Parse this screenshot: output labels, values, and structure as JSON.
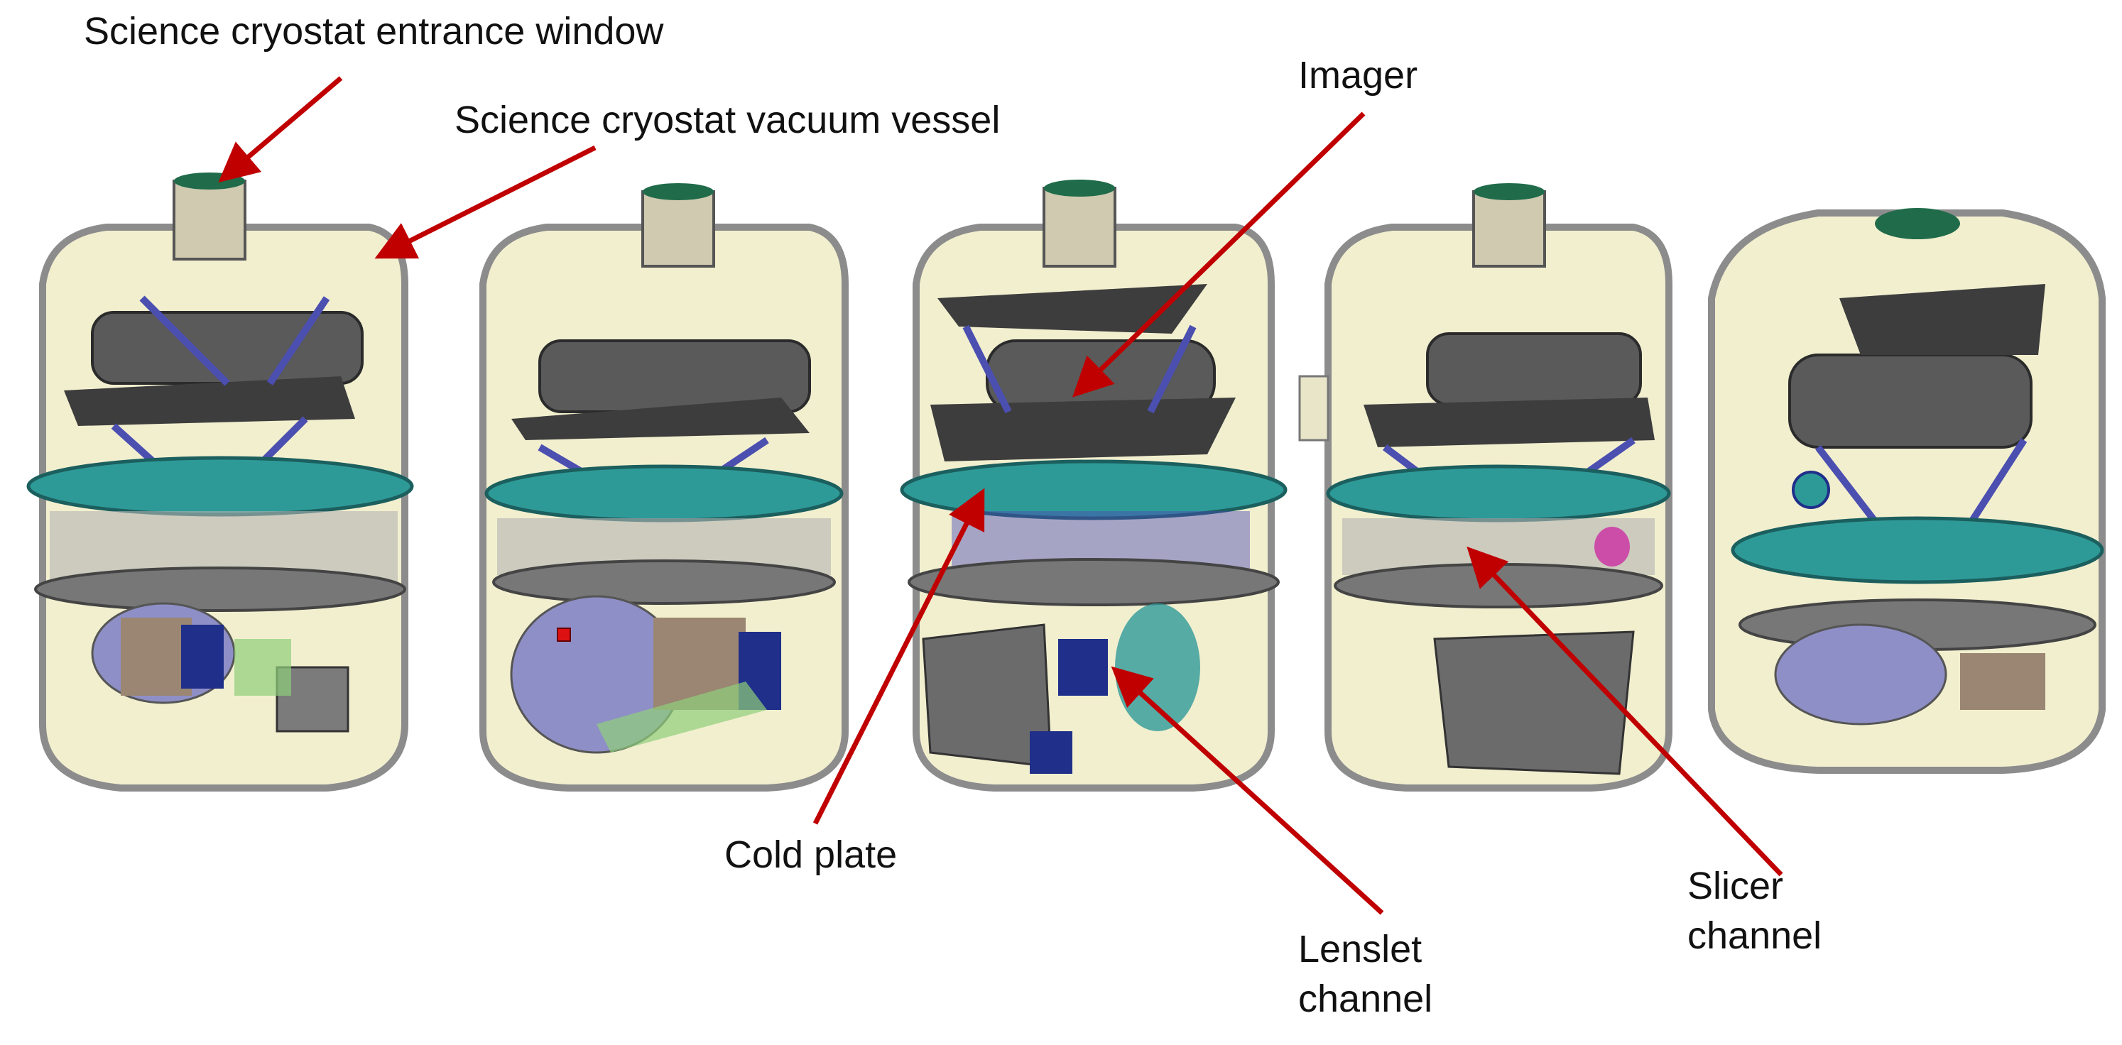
{
  "labels": {
    "entrance_window": "Science cryostat entrance window",
    "vacuum_vessel": "Science cryostat vacuum vessel",
    "imager": "Imager",
    "cold_plate": "Cold plate",
    "lenslet_line1": "Lenslet",
    "lenslet_line2": "channel",
    "slicer_line1": "Slicer",
    "slicer_line2": "channel"
  },
  "colors": {
    "arrow": "#c00000",
    "vessel_interior": "#f2efcf",
    "vessel_shell": "#c9c9c9",
    "cold_plate": "#2e9a98",
    "struts": "#4b4fb0",
    "optics_bench": "#5a5a5a",
    "mount_blue": "#1f2f8a",
    "window_green": "#1f6b4a"
  },
  "cryostats": [
    {
      "id": "view-1"
    },
    {
      "id": "view-2"
    },
    {
      "id": "view-3"
    },
    {
      "id": "view-4"
    },
    {
      "id": "view-5"
    }
  ]
}
